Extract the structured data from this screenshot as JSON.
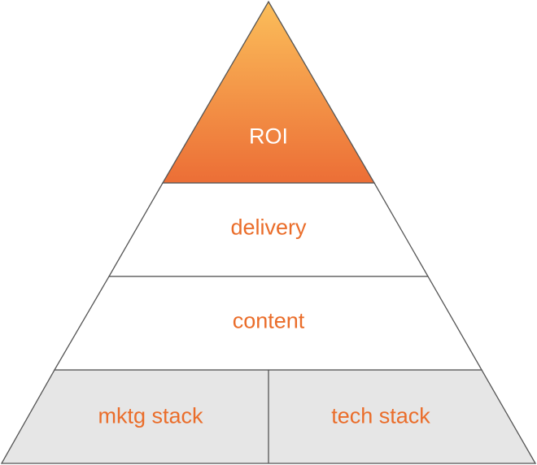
{
  "pyramid": {
    "tiers": {
      "top": {
        "label": "ROI"
      },
      "second": {
        "label": "delivery"
      },
      "third": {
        "label": "content"
      },
      "base_left": {
        "label": "mktg stack"
      },
      "base_right": {
        "label": "tech stack"
      }
    }
  },
  "colors": {
    "accent_text": "#ea6d2a",
    "top_gradient_start": "#fbbe5a",
    "top_gradient_end": "#ec6e36",
    "base_fill": "#e6e6e6",
    "outline": "#555555",
    "top_label": "#ffffff"
  }
}
